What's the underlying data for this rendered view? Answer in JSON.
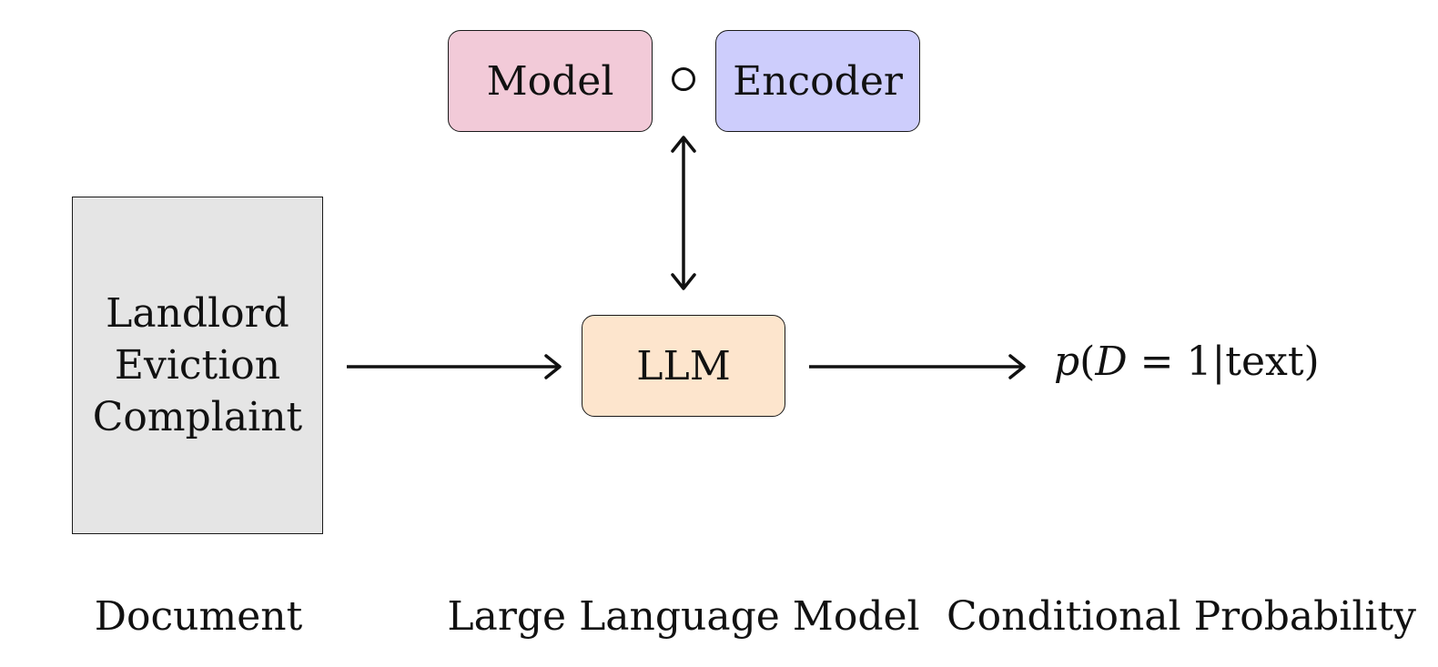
{
  "document": {
    "lines": [
      "Landlord",
      "Eviction",
      "Complaint"
    ],
    "caption": "Document"
  },
  "llm": {
    "label": "LLM",
    "caption": "Large Language Model"
  },
  "composition": {
    "left": "Model",
    "operator": "∘",
    "right": "Encoder"
  },
  "output": {
    "formula": {
      "fn": "p",
      "open": "(",
      "var": "D",
      "eq": " = 1|",
      "cond": "text",
      "close": ")"
    },
    "caption": "Conditional Probability"
  },
  "colors": {
    "document_fill": "#e5e5e5",
    "llm_fill": "#fde5cd",
    "model_fill": "#f2cad8",
    "encoder_fill": "#cdcdfc",
    "stroke": "#111111"
  }
}
